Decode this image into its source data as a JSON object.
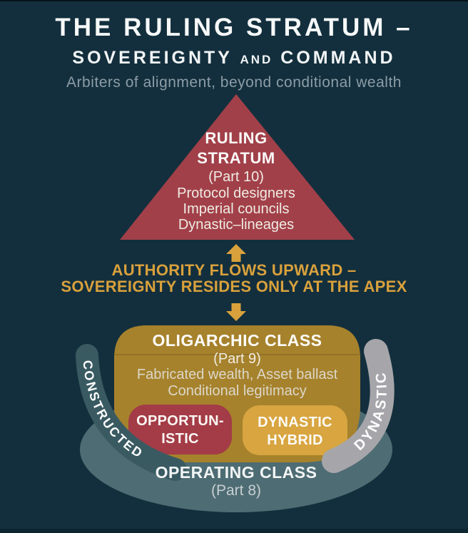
{
  "header": {
    "title": "THE RULING STRATUM –",
    "subtitle_part1": "SOVEREIGNTY",
    "subtitle_and": "AND",
    "subtitle_part2": "COMMAND",
    "tagline": "Arbiters of alignment, beyond conditional wealth"
  },
  "pyramid": {
    "title_line1": "RULING",
    "title_line2": "STRATUM",
    "part": "(Part 10)",
    "lines": [
      "Protocol designers",
      "Imperial councils",
      "Dynastic–lineages"
    ]
  },
  "flow": {
    "line1": "AUTHORITY FLOWS UPWARD –",
    "line2": "SOVEREIGNTY RESIDES ONLY AT THE APEX"
  },
  "oligarchic": {
    "title": "OLIGARCHIC CLASS",
    "part": "(Part 9)",
    "line1": "Fabricated wealth, Asset ballast",
    "line2": "Conditional legitimacy"
  },
  "boxes": {
    "opportunistic_line1": "OPPORTUN-",
    "opportunistic_line2": "ISTIC",
    "dynastic_line1": "DYNASTIC",
    "dynastic_line2": "HYBRID"
  },
  "bands": {
    "left": "CONSTRUCTED",
    "right": "DYNASTIC"
  },
  "operating": {
    "title": "OPERATING CLASS",
    "part": "(Part 8)"
  },
  "colors": {
    "background": "#132F3D",
    "top_strip": "#06121A",
    "bottom_strip": "#0D2531",
    "maroon": "#A33D46",
    "oligarchic_gold": "#A6822C",
    "hybrid_gold": "#D8A540",
    "accent_gold": "#D9A13C",
    "bowl_teal": "#4E6C73",
    "band_left_teal": "#3A5A62",
    "band_right_gray": "#A6A6AA",
    "title_white": "#F7F9F9",
    "tagline_gray": "#8C9DA6"
  }
}
